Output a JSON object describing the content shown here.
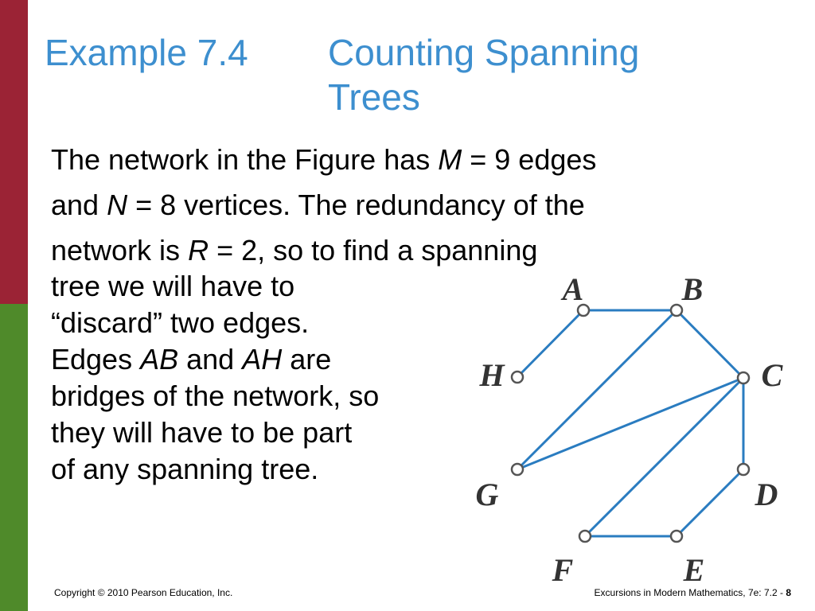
{
  "title": {
    "label": "Example 7.4",
    "heading_line1": "Counting Spanning",
    "heading_line2": "Trees"
  },
  "body": {
    "l1_a": "The network in the Figure has ",
    "l1_v": "M",
    "l1_b": " = 9 edges",
    "l2_a": "and ",
    "l2_v": "N",
    "l2_b": " = 8 vertices. The redundancy of the",
    "l3_a": "network is ",
    "l3_v": "R",
    "l3_b": " = 2, so to find a spanning",
    "l4": "tree we will have to",
    "l5": "“discard” two edges.",
    "l6_a": "Edges ",
    "l6_v1": "AB",
    "l6_b": " and ",
    "l6_v2": "AH",
    "l6_c": " are",
    "l7": "bridges of the network, so",
    "l8": "they will have to be part",
    "l9": "of any spanning tree."
  },
  "figure": {
    "edge_color": "#2a7cc0",
    "vertices": [
      {
        "id": "A",
        "label": "A"
      },
      {
        "id": "B",
        "label": "B"
      },
      {
        "id": "C",
        "label": "C"
      },
      {
        "id": "D",
        "label": "D"
      },
      {
        "id": "E",
        "label": "E"
      },
      {
        "id": "F",
        "label": "F"
      },
      {
        "id": "G",
        "label": "G"
      },
      {
        "id": "H",
        "label": "H"
      }
    ],
    "edges": [
      [
        "A",
        "B"
      ],
      [
        "A",
        "H"
      ],
      [
        "B",
        "C"
      ],
      [
        "C",
        "D"
      ],
      [
        "D",
        "E"
      ],
      [
        "E",
        "F"
      ],
      [
        "F",
        "C"
      ],
      [
        "C",
        "G"
      ],
      [
        "G",
        "B"
      ]
    ]
  },
  "footer": {
    "copyright": "Copyright © 2010 Pearson Education, Inc.",
    "book": "Excursions in Modern Mathematics, 7e: 7.2 - ",
    "page": "8"
  }
}
